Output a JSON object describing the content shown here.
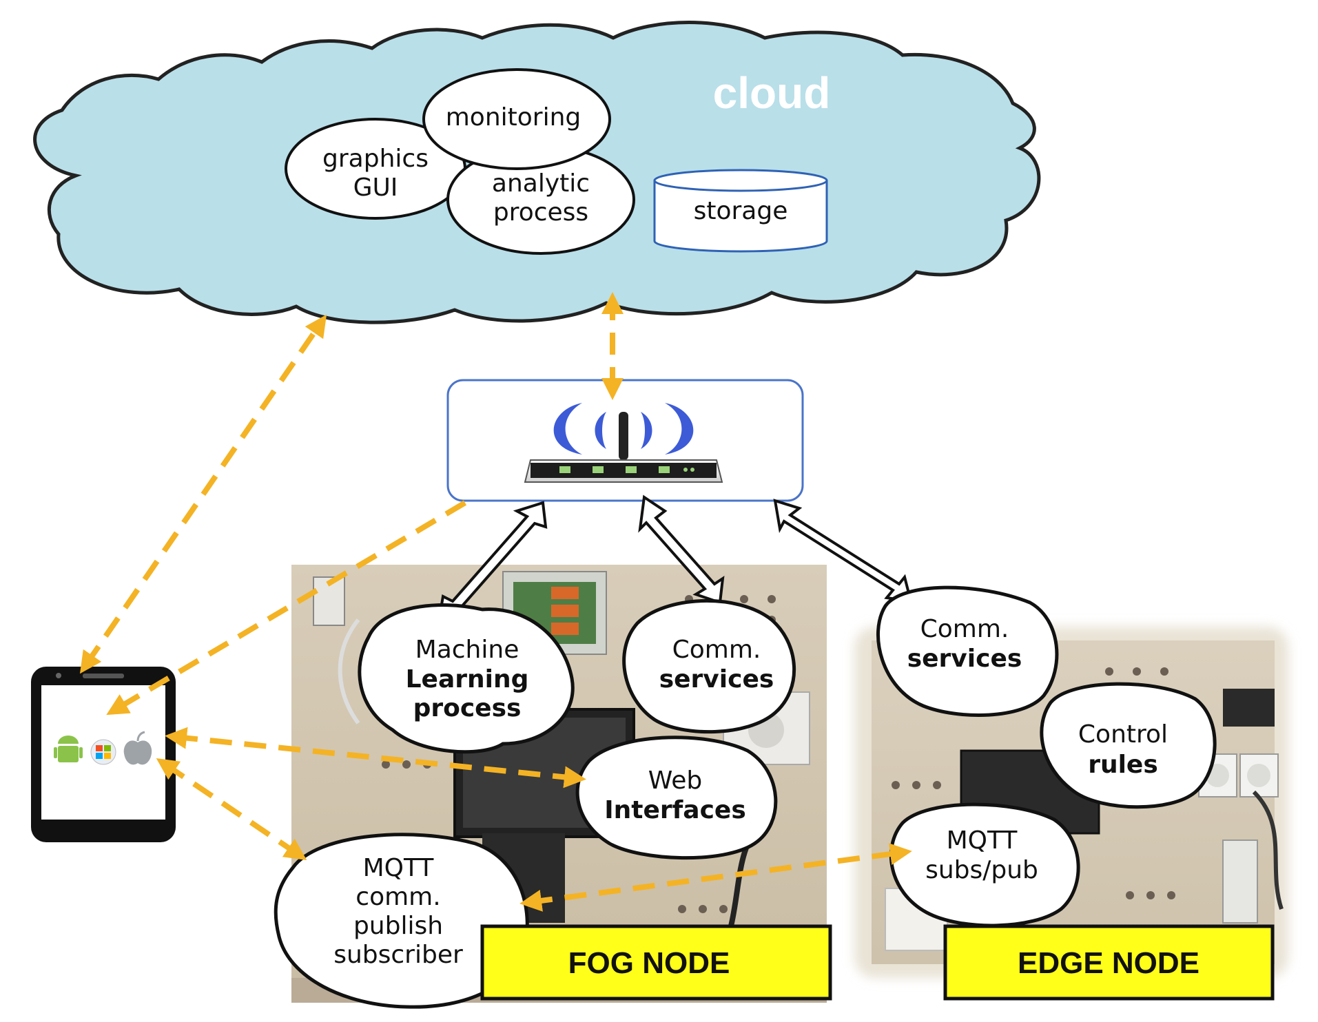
{
  "cloud": {
    "title": "cloud",
    "bubbles": [
      {
        "lines": [
          "graphics",
          "GUI"
        ]
      },
      {
        "lines": [
          "monitoring"
        ]
      },
      {
        "lines": [
          "analytic",
          "process"
        ]
      }
    ],
    "storage": "storage"
  },
  "fog_node": {
    "label": "FOG NODE",
    "bubbles": [
      {
        "line1": "Machine",
        "line2": "Learning",
        "line3": "process"
      },
      {
        "line1": "Comm.",
        "line2": "services"
      },
      {
        "line1": "Web",
        "line2": "Interfaces"
      },
      {
        "line1": "MQTT",
        "line2": "comm.",
        "line3": "publish",
        "line4": "subscriber"
      }
    ]
  },
  "edge_node": {
    "label": "EDGE NODE",
    "bubbles": [
      {
        "line1": "Comm.",
        "line2": "services"
      },
      {
        "line1": "Control",
        "line2": "rules"
      },
      {
        "line1": "MQTT",
        "line2": "subs/pub"
      }
    ]
  },
  "colors": {
    "cloud_fill": "#b9dfe9",
    "arrow": "#f4b324",
    "label_bg": "#ffff1a",
    "wifi_blue": "#3d5bd6"
  },
  "icons": [
    "router-icon",
    "smartphone-icon",
    "android-icon",
    "windows-icon",
    "apple-icon"
  ]
}
